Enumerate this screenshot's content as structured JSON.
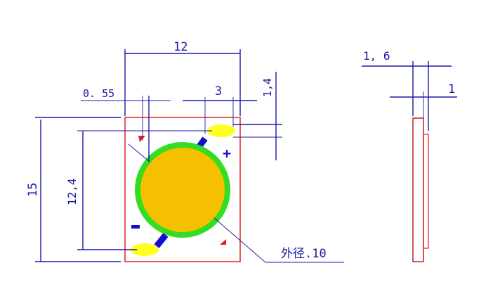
{
  "front_view": {
    "width_label": "12",
    "height_label": "15",
    "pad_pitch_label": "12,4",
    "edge_offset_label": "0. 55",
    "pad_length_label": "3",
    "pad_height_label": "1,4",
    "diameter_label": "外径.10",
    "plus_sign": "+",
    "minus_sign": "-"
  },
  "side_view": {
    "total_thickness_label": "1, 6",
    "board_thickness_label": "1"
  },
  "colors": {
    "dimension": "#1a1ab0",
    "outline": "#e02020",
    "emitter": "#f5c000",
    "ring": "#33dd22",
    "pad": "#ffff22",
    "trace": "#1010d0"
  }
}
